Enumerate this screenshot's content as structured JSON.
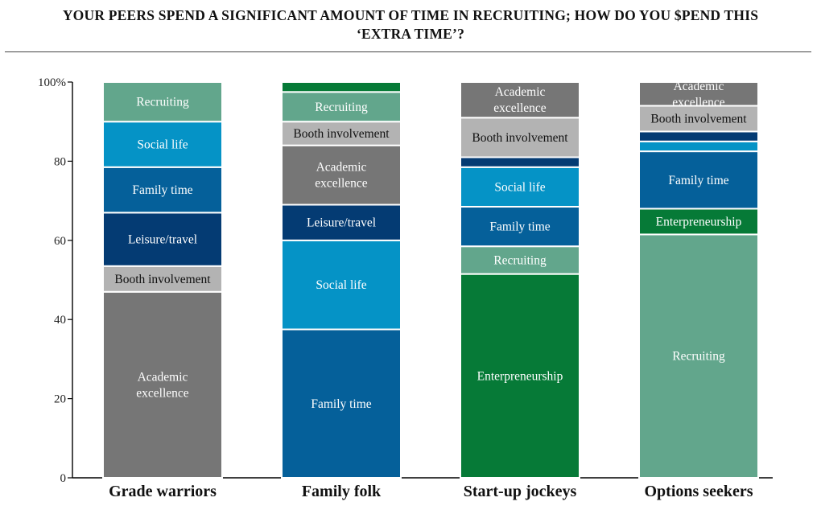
{
  "title": {
    "line1": "YOUR PEERS SPEND A SIGNIFICANT AMOUNT OF TIME IN RECRUITING; HOW DO YOU $PEND THIS",
    "line2": "‘EXTRA TIME’?"
  },
  "chart_data": {
    "type": "bar",
    "stacked": true,
    "categories": [
      "Grade warriors",
      "Family folk",
      "Start-up jockeys",
      "Options seekers"
    ],
    "ylim": [
      0,
      100
    ],
    "yticks": [
      0,
      20,
      40,
      60,
      80,
      100
    ],
    "ytick_labels": [
      "0",
      "20",
      "40",
      "60",
      "80",
      "100%"
    ],
    "grid": false,
    "legend": "none (segments labeled inside bars)",
    "colors": {
      "Academic excellence": "#767676",
      "Booth involvement": "#b3b3b3",
      "Leisure/travel": "#043b73",
      "Family time": "#05609a",
      "Social life": "#0593c6",
      "Recruiting": "#62a68c",
      "Enterpreneurship": "#067a37"
    },
    "bars": [
      {
        "category": "Grade warriors",
        "segments": [
          {
            "name": "Academic excellence",
            "label": "Academic excellence",
            "value": 47
          },
          {
            "name": "Booth involvement",
            "label": "Booth involvement",
            "value": 6.5
          },
          {
            "name": "Leisure/travel",
            "label": "Leisure/travel",
            "value": 13.5
          },
          {
            "name": "Family time",
            "label": "Family time",
            "value": 11.5
          },
          {
            "name": "Social life",
            "label": "Social life",
            "value": 11.5
          },
          {
            "name": "Recruiting",
            "label": "Recruiting",
            "value": 10
          }
        ]
      },
      {
        "category": "Family folk",
        "segments": [
          {
            "name": "Family time",
            "label": "Family time",
            "value": 37.5
          },
          {
            "name": "Social life",
            "label": "Social life",
            "value": 22.5
          },
          {
            "name": "Leisure/travel",
            "label": "Leisure/travel",
            "value": 9
          },
          {
            "name": "Academic excellence",
            "label": "Academic excellence",
            "value": 15
          },
          {
            "name": "Booth involvement",
            "label": "Booth involvement",
            "value": 6
          },
          {
            "name": "Recruiting",
            "label": "Recruiting",
            "value": 7.5
          },
          {
            "name": "Enterpreneurship",
            "label": "",
            "value": 2.5
          }
        ]
      },
      {
        "category": "Start-up jockeys",
        "segments": [
          {
            "name": "Enterpreneurship",
            "label": "Enterpreneurship",
            "value": 51.5
          },
          {
            "name": "Recruiting",
            "label": "Recruiting",
            "value": 7
          },
          {
            "name": "Family time",
            "label": "Family time",
            "value": 10
          },
          {
            "name": "Social life",
            "label": "Social life",
            "value": 10
          },
          {
            "name": "Leisure/travel",
            "label": "",
            "value": 2.5
          },
          {
            "name": "Booth involvement",
            "label": "Booth involvement",
            "value": 10
          },
          {
            "name": "Academic excellence",
            "label": "Academic excellence",
            "value": 9
          }
        ]
      },
      {
        "category": "Options seekers",
        "segments": [
          {
            "name": "Recruiting",
            "label": "Recruiting",
            "value": 61.5
          },
          {
            "name": "Enterpreneurship",
            "label": "Enterpreneurship",
            "value": 6.5
          },
          {
            "name": "Family time",
            "label": "Family time",
            "value": 14.5
          },
          {
            "name": "Social life",
            "label": "",
            "value": 2.5
          },
          {
            "name": "Leisure/travel",
            "label": "",
            "value": 2.5
          },
          {
            "name": "Booth involvement",
            "label": "Booth involvement",
            "value": 6.5
          },
          {
            "name": "Academic excellence",
            "label": "Academic excellence",
            "value": 6
          }
        ]
      }
    ]
  }
}
